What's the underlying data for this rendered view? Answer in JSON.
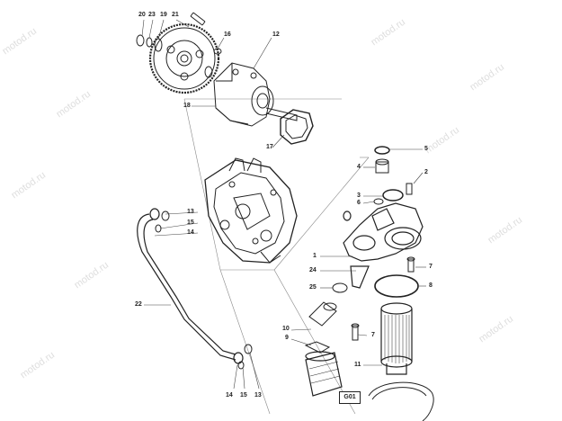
{
  "watermark": "motod.ru",
  "callouts": {
    "c20": "20",
    "c23": "23",
    "c19": "19",
    "c21": "21",
    "c16": "16",
    "c12": "12",
    "c18": "18",
    "c17": "17",
    "c5": "5",
    "c4": "4",
    "c2": "2",
    "c3": "3",
    "c6": "6",
    "c13a": "13",
    "c15a": "15",
    "c14a": "14",
    "c1": "1",
    "c24": "24",
    "c25": "25",
    "c7a": "7",
    "c8": "8",
    "c22": "22",
    "c10": "10",
    "c9": "9",
    "c7b": "7",
    "c11": "11",
    "c14b": "14",
    "c15b": "15",
    "c13b": "13"
  },
  "box_label": "G01"
}
